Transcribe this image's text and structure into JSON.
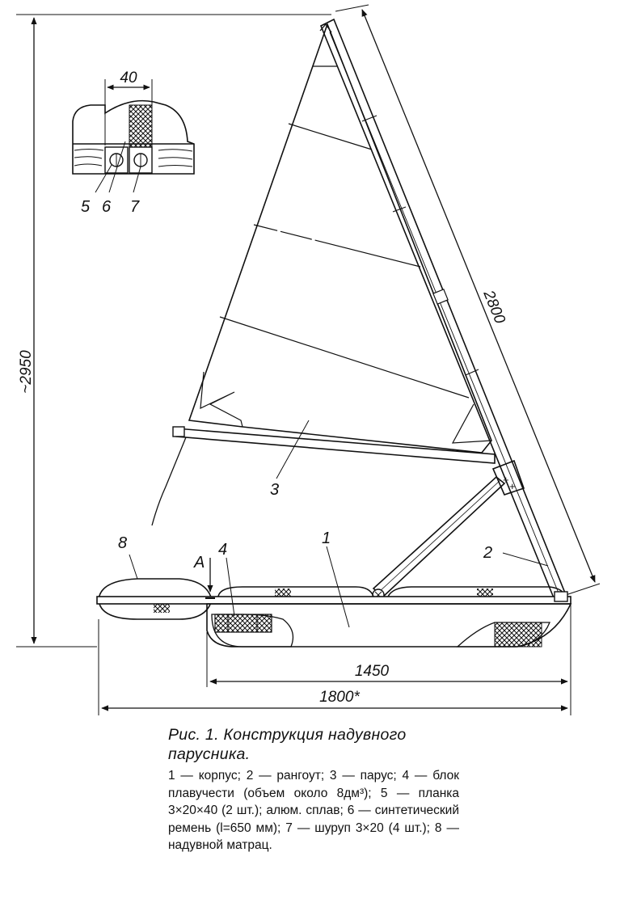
{
  "dimensions": {
    "height": "~2950",
    "mast": "2800",
    "inset_width": "40",
    "hull_length": "1450",
    "overall_length": "1800*"
  },
  "callouts": [
    "1",
    "2",
    "3",
    "4",
    "5",
    "6",
    "7",
    "8"
  ],
  "section_mark": "A",
  "caption": {
    "title": "Рис. 1. Конструкция надувного парусника.",
    "body": "1 — корпус; 2 — рангоут; 3 — парус; 4 — блок плавучести (объем около 8дм³); 5 — планка 3×20×40 (2 шт.); алюм. сплав; 6 — синтетический ремень (l=650 мм); 7 — шуруп 3×20 (4 шт.); 8 — надувной матрац."
  }
}
